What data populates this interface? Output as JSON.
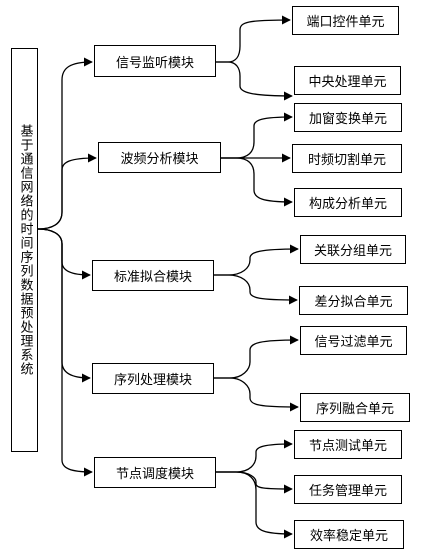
{
  "root": {
    "label": "基于通信网络的时间序列数据预处理系统"
  },
  "modules": [
    {
      "label": "信号监听模块",
      "units": [
        "端口控件单元",
        "中央处理单元"
      ]
    },
    {
      "label": "波频分析模块",
      "units": [
        "加窗变换单元",
        "时频切割单元",
        "构成分析单元"
      ]
    },
    {
      "label": "标准拟合模块",
      "units": [
        "关联分组单元",
        "差分拟合单元"
      ]
    },
    {
      "label": "序列处理模块",
      "units": [
        "信号过滤单元",
        "序列融合单元"
      ]
    },
    {
      "label": "节点调度模块",
      "units": [
        "节点测试单元",
        "任务管理单元",
        "效率稳定单元"
      ]
    }
  ]
}
